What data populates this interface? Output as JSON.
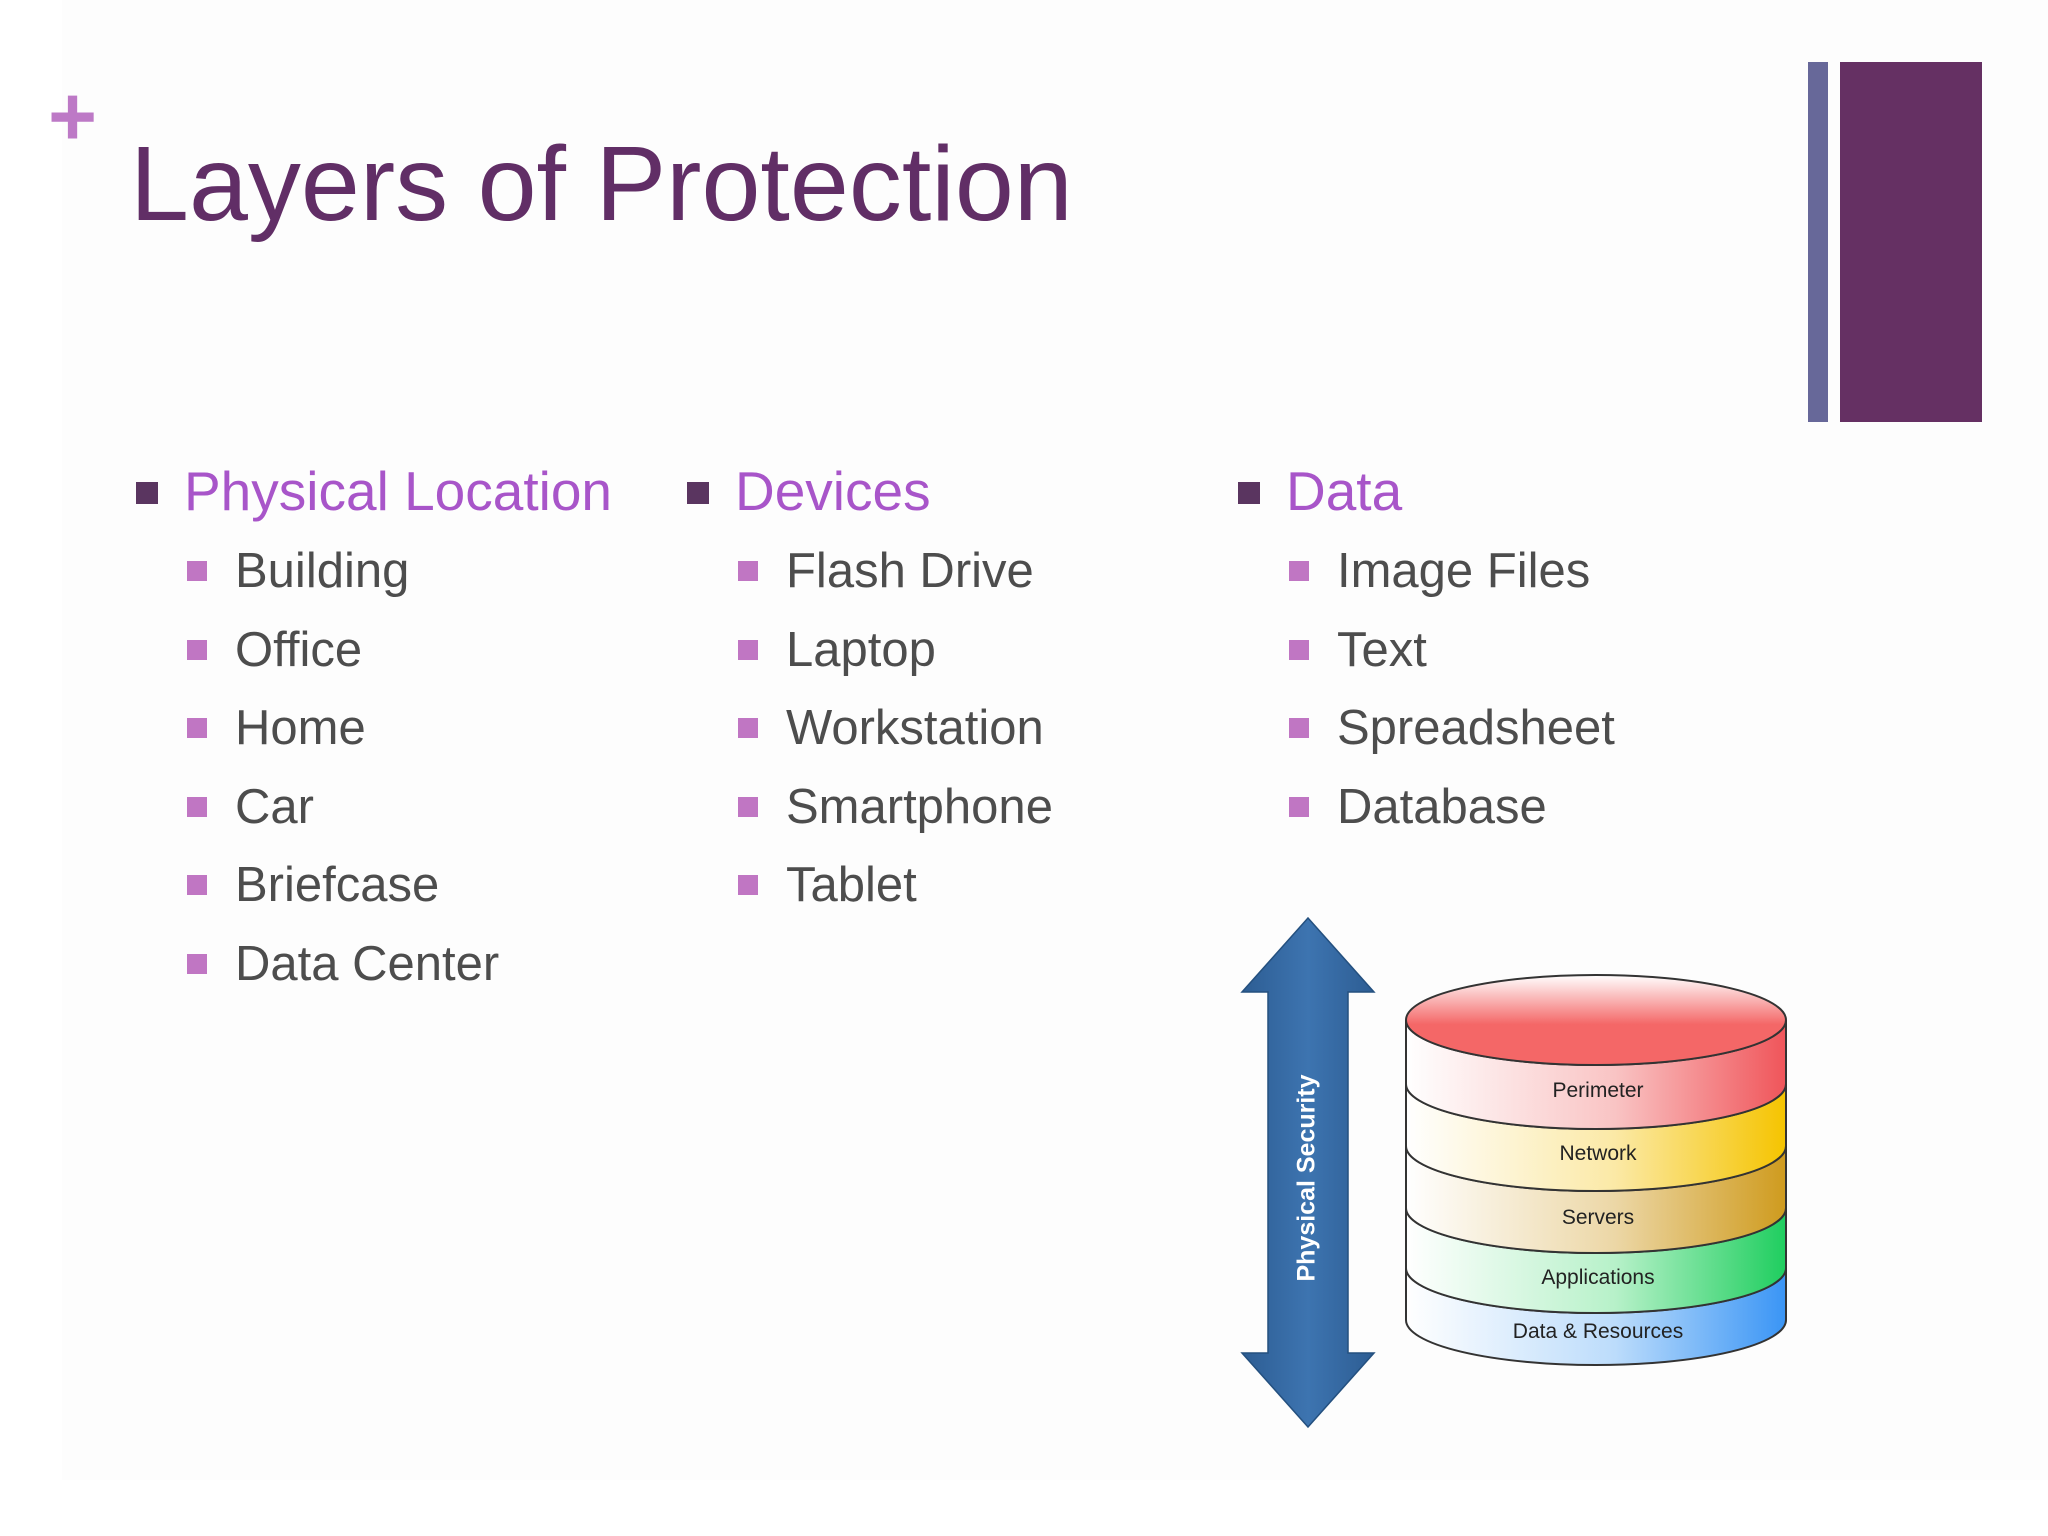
{
  "slide": {
    "marker": "+",
    "title": "Layers of Protection"
  },
  "columns": [
    {
      "heading": "Physical Location",
      "items": [
        "Building",
        "Office",
        "Home",
        "Car",
        "Briefcase",
        "Data Center"
      ]
    },
    {
      "heading": "Devices",
      "items": [
        "Flash Drive",
        "Laptop",
        "Workstation",
        "Smartphone",
        "Tablet"
      ]
    },
    {
      "heading": "Data",
      "items": [
        "Image Files",
        "Text",
        "Spreadsheet",
        "Database"
      ]
    }
  ],
  "diagram": {
    "arrow_label": "Physical Security",
    "layers": [
      {
        "label": "Perimeter",
        "color": "#f0555a"
      },
      {
        "label": "Network",
        "color": "#f5c400"
      },
      {
        "label": "Servers",
        "color": "#cf9b1e"
      },
      {
        "label": "Applications",
        "color": "#1fce5f"
      },
      {
        "label": "Data & Resources",
        "color": "#3a95f5"
      }
    ],
    "top_color": "#f46767",
    "arrow_color": "#376aa1"
  },
  "colors": {
    "title": "#612e66",
    "heading": "#a855c9",
    "body_text": "#4d4d4d",
    "heading_bullet": "#5a3560",
    "item_bullet": "#c076c3",
    "plus": "#bd79c6",
    "accent_bar_thin": "#676899",
    "accent_bar_thick": "#653063"
  }
}
